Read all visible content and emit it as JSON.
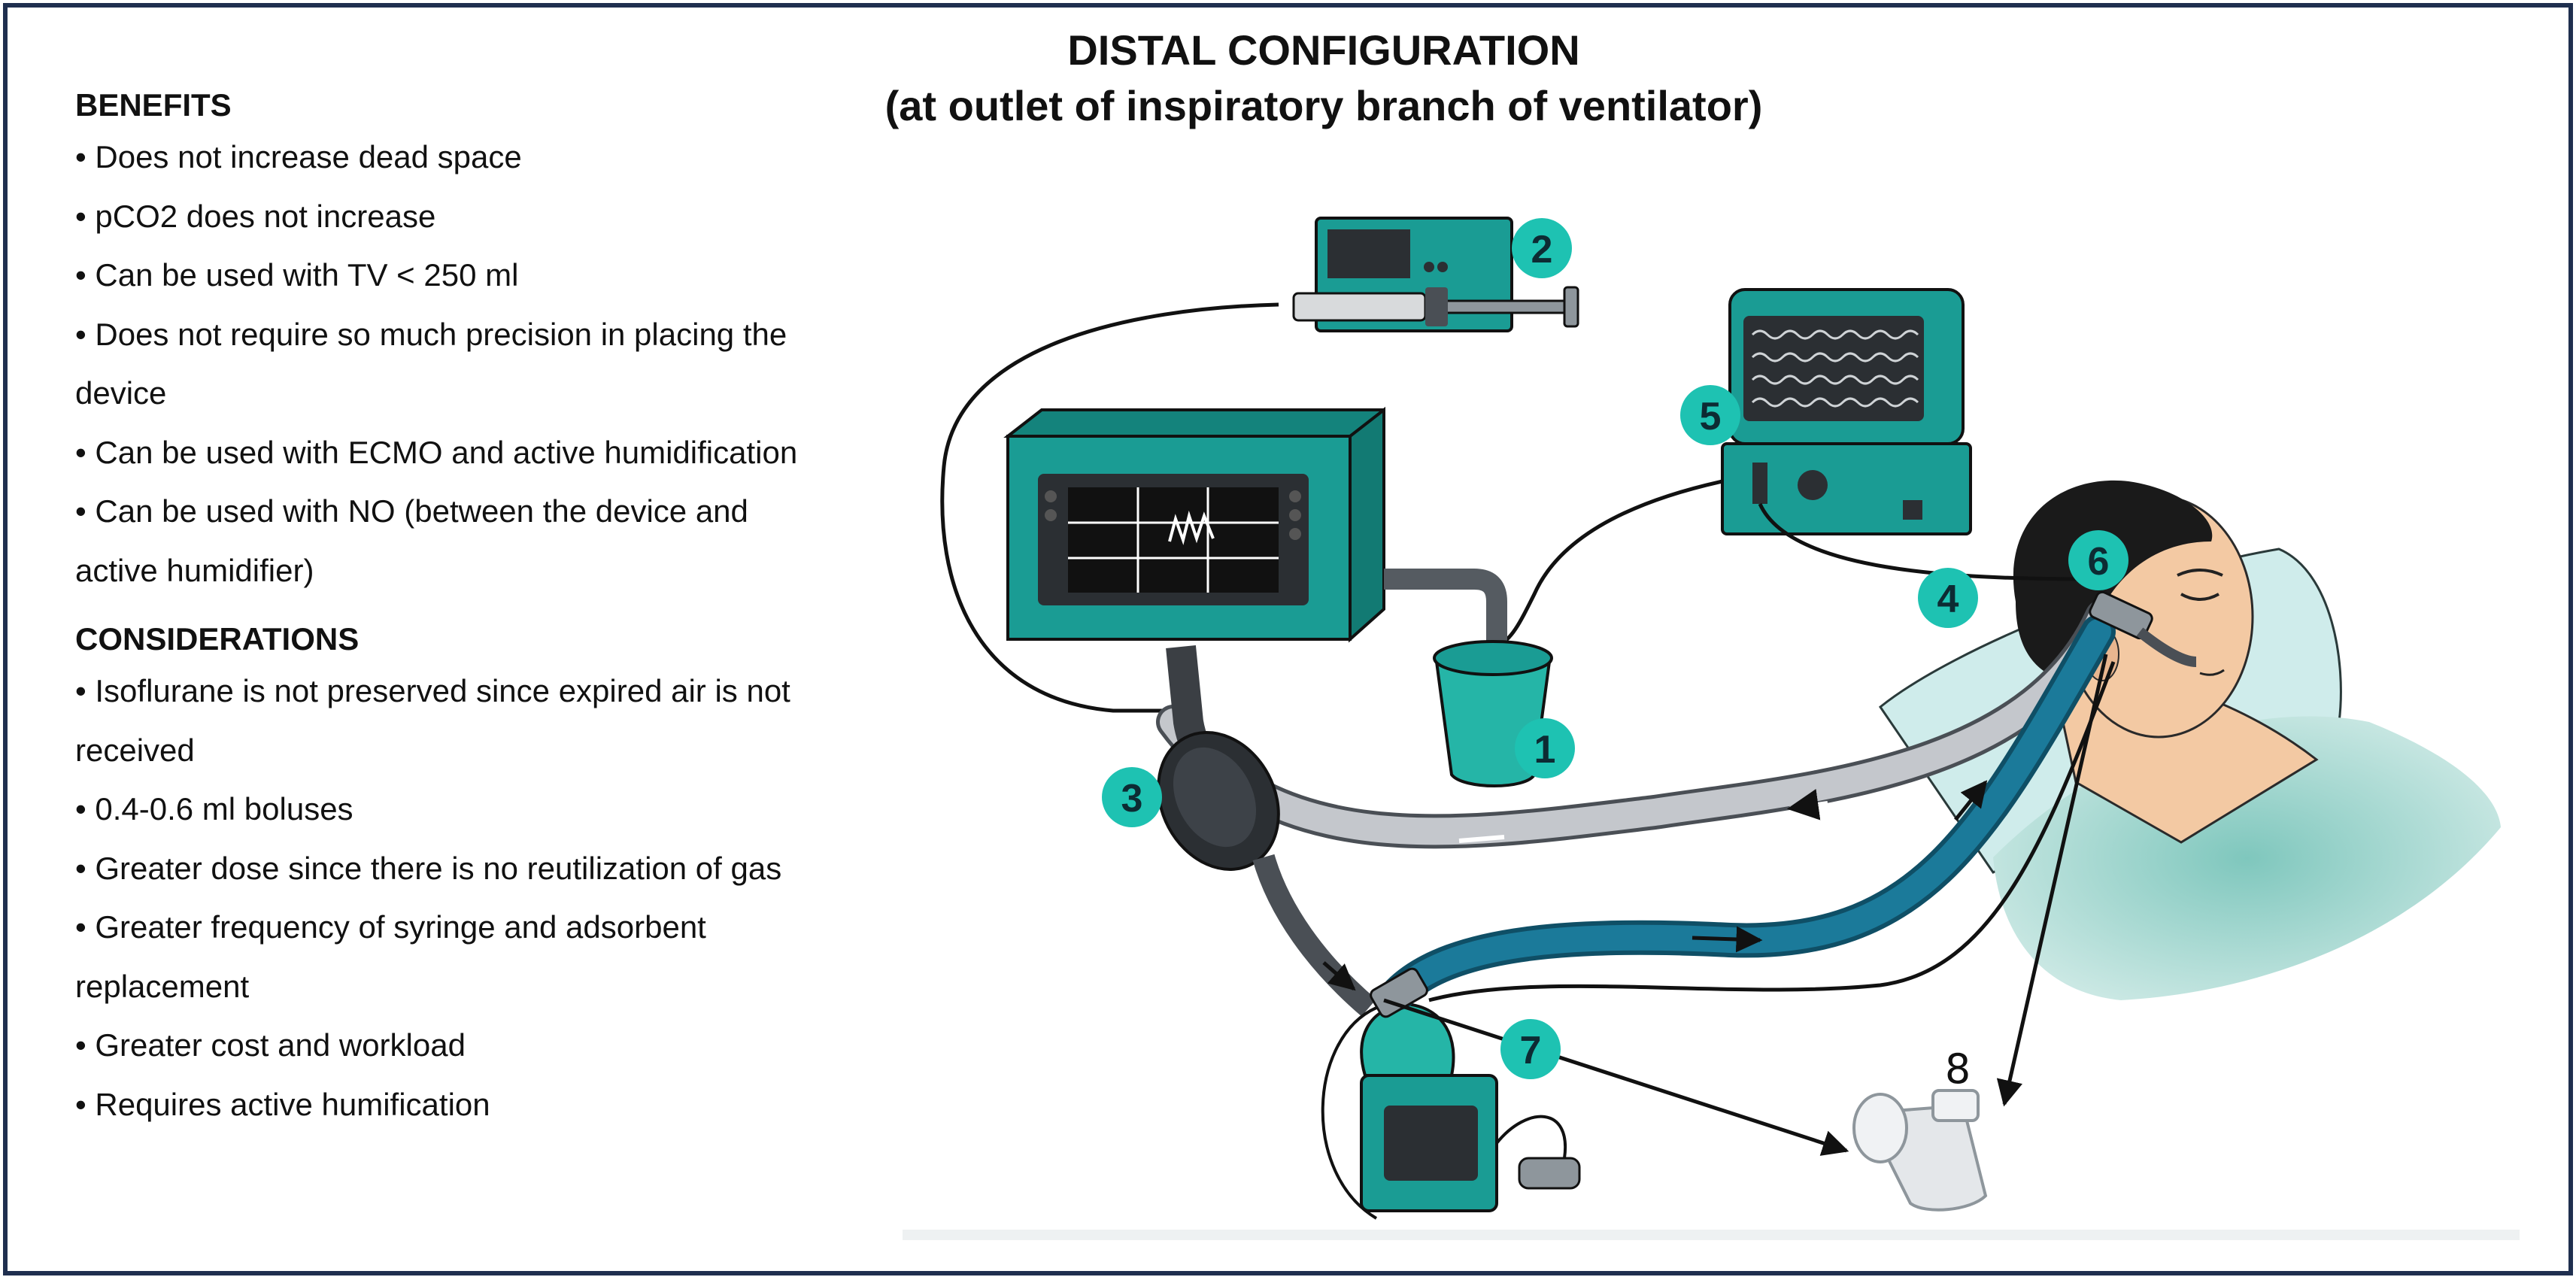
{
  "title": {
    "line1": "DISTAL CONFIGURATION",
    "line2": "(at outlet of inspiratory branch of ventilator)"
  },
  "benefits": {
    "heading": "BENEFITS",
    "items": [
      "• Does not increase dead space",
      "• pCO2 does not increase",
      "• Can be used with TV < 250 ml",
      "• Does not require so much precision in placing the",
      "device",
      "• Can be used with ECMO and active humidification",
      "• Can be used with NO (between the device and",
      "active humidifier)"
    ]
  },
  "considerations": {
    "heading": "CONSIDERATIONS",
    "items": [
      "• Isoflurane is not preserved since expired air is not",
      "received",
      "• 0.4-0.6 ml boluses",
      "• Greater dose since there is no reutilization of gas",
      "• Greater frequency of syringe and adsorbent",
      "replacement",
      "• Greater cost and workload",
      "• Requires active humification"
    ]
  },
  "markers": [
    "1",
    "2",
    "3",
    "4",
    "5",
    "6",
    "7",
    "8"
  ],
  "colors": {
    "device_teal": "#1a9c94",
    "marker_teal": "#1ec2b2",
    "tube_blue": "#1b7a9a",
    "tube_grey": "#b9bcc0",
    "frame_navy": "#1f2f4f"
  }
}
